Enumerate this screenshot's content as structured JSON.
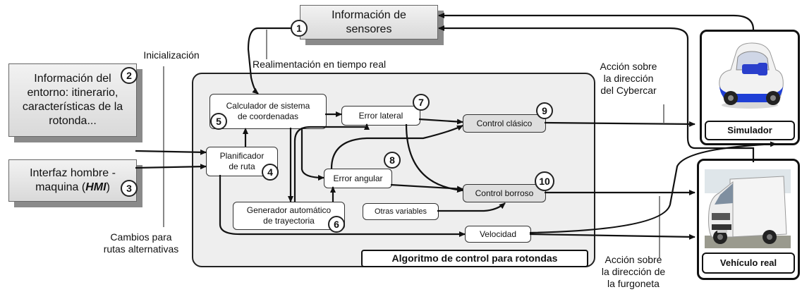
{
  "nodes": {
    "sensores": "Información de\nsensores",
    "entorno": "Información del\nentorno: itinerario,\ncaracterísticas de la\nrotonda...",
    "hmi_prefix": "Interfaz hombre -\nmaquina (",
    "hmi_bold": "HMI",
    "hmi_suffix": ")",
    "calculador": "Calculador de sistema\nde coordenadas",
    "planificador": "Planificador\nde ruta",
    "generador": "Generador automático\nde trayectoria",
    "error_lateral": "Error lateral",
    "error_angular": "Error angular",
    "control_clasico": "Control clásico",
    "control_borroso": "Control borroso",
    "otras_variables": "Otras variables",
    "velocidad": "Velocidad",
    "algoritmo": "Algoritmo de control para rotondas",
    "simulador": "Simulador",
    "vehiculo_real": "Vehículo real"
  },
  "numbers": {
    "n1": "1",
    "n2": "2",
    "n3": "3",
    "n4": "4",
    "n5": "5",
    "n6": "6",
    "n7": "7",
    "n8": "8",
    "n9": "9",
    "n10": "10"
  },
  "labels": {
    "inicializacion": "Inicialización",
    "realimentacion": "Realimentación en tiempo real",
    "accion_cybercar": "Acción sobre\nla dirección\ndel Cybercar",
    "cambios": "Cambios para\nrutas alternativas",
    "accion_furgoneta": "Acción sobre\nla dirección de\nla furgoneta"
  },
  "colors": {
    "panel_fill": "#eeeeee",
    "box_gray": "#dedede",
    "line": "#111111",
    "car_blue": "#1f3fd6",
    "van_white": "#f4f4f4"
  }
}
